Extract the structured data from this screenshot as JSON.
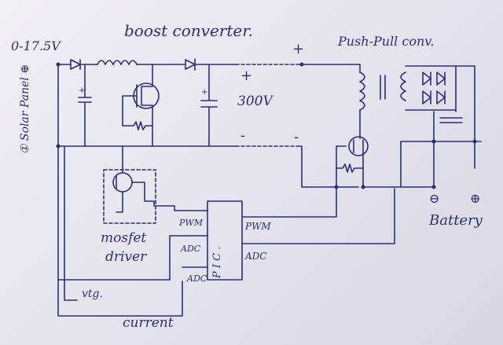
{
  "labels": {
    "title": "boost converter.",
    "input_range": "0-17.5V",
    "solar_panel": "① Solar Panel ⊕",
    "voltage_300": "300V",
    "plus_top": "+",
    "plus_cap": "+",
    "minus_cap": "-",
    "minus_bottom": "-",
    "push_pull": "Push-Pull conv.",
    "battery": "Battery",
    "battery_neg": "⊖",
    "battery_pos": "⊕",
    "mosfet_driver_1": "mosfet",
    "mosfet_driver_2": "driver",
    "pic": "P I C .",
    "pwm_left": "PWM",
    "pwm_right": "PWM",
    "adc_1": "ADC",
    "adc_2": "ADC",
    "adc_right": "ADC",
    "vtg": "vtg.",
    "current": "current"
  },
  "colors": {
    "ink": "#2f2d7a",
    "paper": "#eceaf2"
  }
}
